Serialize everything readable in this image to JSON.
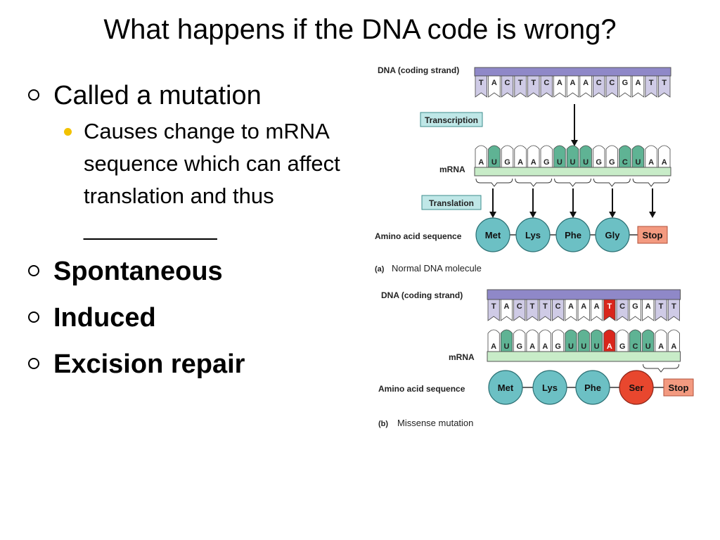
{
  "slide": {
    "title": "What happens if the DNA code is wrong?",
    "bullet1": "Called a mutation",
    "sub_bullet1_text": "Causes change to mRNA sequence which can affect translation and thus",
    "sub_bullet1_blank": "___________",
    "bullet2": "Spontaneous",
    "bullet3": "Induced",
    "bullet4": "Excision repair"
  },
  "diagram": {
    "labels": {
      "dna": "DNA (coding strand)",
      "transcription": "Transcription",
      "mrna": "mRNA",
      "translation": "Translation",
      "amino": "Amino acid sequence"
    },
    "panel_a": {
      "tag": "(a)",
      "caption": "Normal DNA molecule",
      "dna": [
        "T",
        "A",
        "C",
        "T",
        "T",
        "C",
        "A",
        "A",
        "A",
        "C",
        "C",
        "G",
        "A",
        "T",
        "T"
      ],
      "mrna": [
        "A",
        "U",
        "G",
        "A",
        "A",
        "G",
        "U",
        "U",
        "U",
        "G",
        "G",
        "C",
        "U",
        "A",
        "A"
      ],
      "amino": [
        {
          "name": "Met",
          "kind": "aa"
        },
        {
          "name": "Lys",
          "kind": "aa"
        },
        {
          "name": "Phe",
          "kind": "aa"
        },
        {
          "name": "Gly",
          "kind": "aa"
        },
        {
          "name": "Stop",
          "kind": "stop"
        }
      ],
      "mutated_index": -1
    },
    "panel_b": {
      "tag": "(b)",
      "caption": "Missense mutation",
      "dna": [
        "T",
        "A",
        "C",
        "T",
        "T",
        "C",
        "A",
        "A",
        "A",
        "T",
        "C",
        "G",
        "A",
        "T",
        "T"
      ],
      "mrna": [
        "A",
        "U",
        "G",
        "A",
        "A",
        "G",
        "U",
        "U",
        "U",
        "A",
        "G",
        "C",
        "U",
        "A",
        "A"
      ],
      "amino": [
        {
          "name": "Met",
          "kind": "aa"
        },
        {
          "name": "Lys",
          "kind": "aa"
        },
        {
          "name": "Phe",
          "kind": "aa"
        },
        {
          "name": "Ser",
          "kind": "mut"
        },
        {
          "name": "Stop",
          "kind": "stop"
        }
      ],
      "mutated_index": 9
    },
    "colors": {
      "dna_band": "#8f88c8",
      "dna_tile": "#cfcbe6",
      "purine": "#9e9e9e",
      "mrna_band": "#c8ecc8",
      "mrna_green": "#5fb394",
      "label_box": "#bfe7e7",
      "label_border": "#3d8c8c",
      "amino_fill": "#6cc0c4",
      "amino_border": "#2a6e72",
      "mut_fill": "#e8472e",
      "stop_fill": "#f39a80",
      "mut_base": "#d9261c"
    }
  }
}
